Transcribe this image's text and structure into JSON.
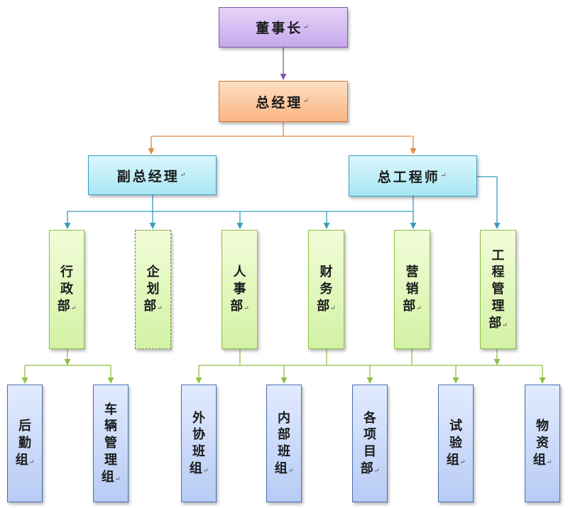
{
  "colors": {
    "level0": "#c6a8ec",
    "level1": "#f9b483",
    "level2": "#a7e6f3",
    "level3": "#d2f2a4",
    "level4": "#b7cbf4"
  },
  "return_mark": "↵",
  "nodes": {
    "chairman": "董事长",
    "general_manager": "总经理",
    "deputy_gm": "副总经理",
    "chief_engineer": "总工程师",
    "admin_dept": "行政部",
    "planning_dept": "企划部",
    "hr_dept": "人事部",
    "finance_dept": "财务部",
    "marketing_dept": "营销部",
    "engineering_dept": "工程管理部",
    "logistics_group": "后勤组",
    "vehicle_group": "车辆管理组",
    "outsourcing_group": "外协班组",
    "internal_group": "内部班组",
    "project_depts": "各项目部",
    "testing_group": "试验组",
    "materials_group": "物资组"
  }
}
